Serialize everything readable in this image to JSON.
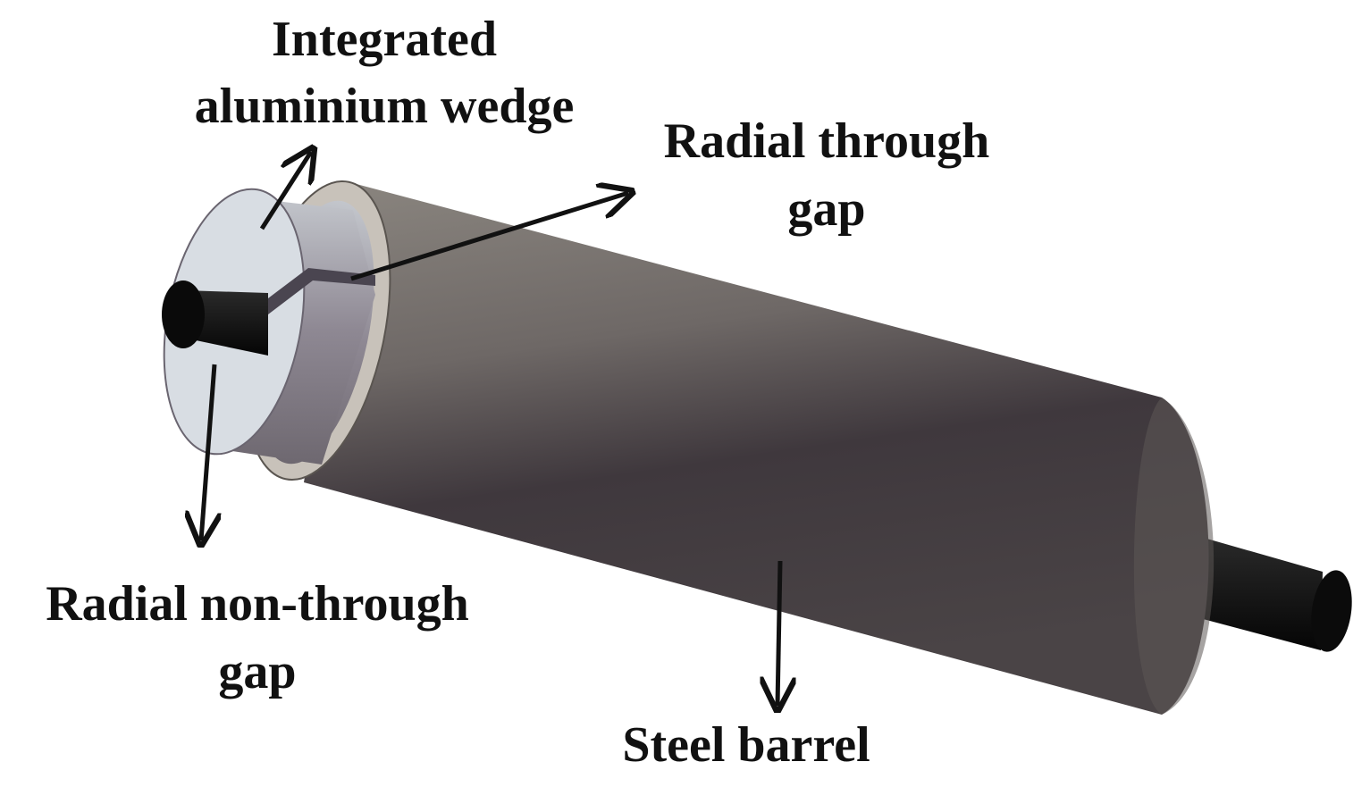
{
  "labels": {
    "wedge_line1": "Integrated",
    "wedge_line2": "aluminium wedge",
    "through_gap_line1": "Radial through",
    "through_gap_line2": "gap",
    "non_through_gap_line1": "Radial non-through",
    "non_through_gap_line2": "gap",
    "barrel": "Steel barrel"
  },
  "colors": {
    "background": "#ffffff",
    "barrel_dark": "#3a3438",
    "barrel_light": "#7a7570",
    "wedge_face": "#d8dde3",
    "ring_face": "#c9c4bd",
    "shaft": "#111111",
    "text": "#111111"
  }
}
